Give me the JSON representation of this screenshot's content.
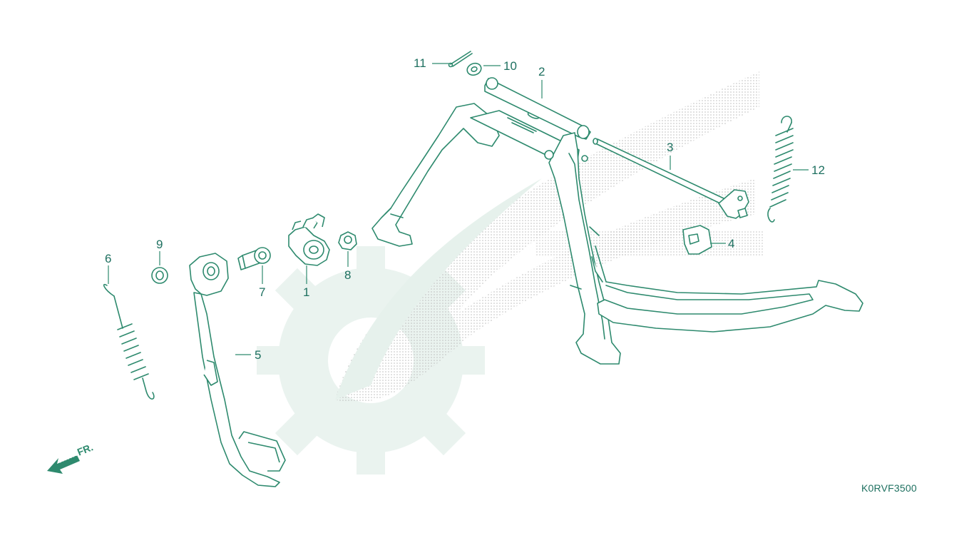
{
  "diagram": {
    "drawing_code": "K0RVF3500",
    "direction_label": "FR.",
    "colors": {
      "line": "#2e8a6e",
      "text": "#1e7060",
      "watermark_gear": "#eaf3ef",
      "watermark_wing": "#d6d6d6"
    },
    "callouts": [
      {
        "id": "1",
        "label": "1"
      },
      {
        "id": "2",
        "label": "2"
      },
      {
        "id": "3",
        "label": "3"
      },
      {
        "id": "4",
        "label": "4"
      },
      {
        "id": "5",
        "label": "5"
      },
      {
        "id": "6",
        "label": "6"
      },
      {
        "id": "7",
        "label": "7"
      },
      {
        "id": "8",
        "label": "8"
      },
      {
        "id": "9",
        "label": "9"
      },
      {
        "id": "10",
        "label": "10"
      },
      {
        "id": "11",
        "label": "11"
      },
      {
        "id": "12",
        "label": "12"
      }
    ]
  }
}
